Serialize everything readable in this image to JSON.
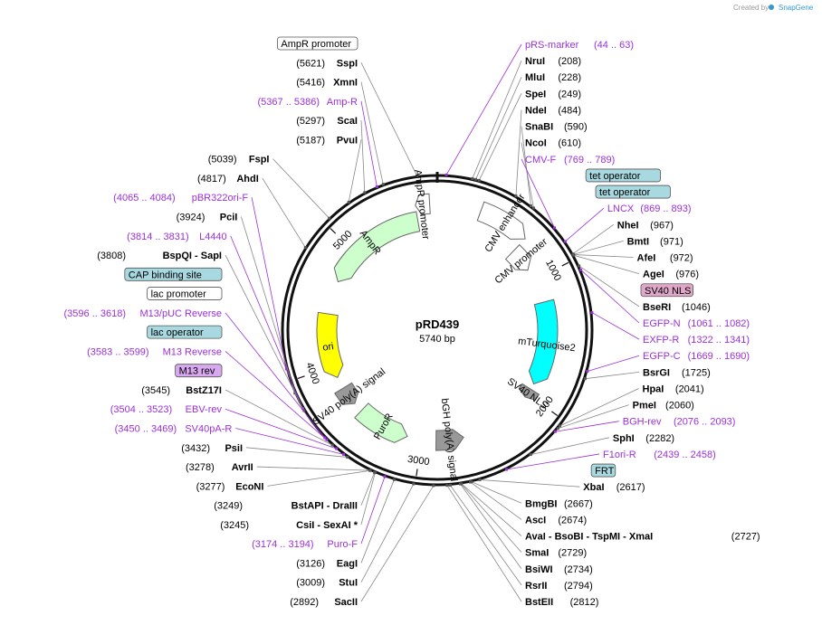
{
  "plasmid": {
    "name": "pRD439",
    "size_label": "5740 bp",
    "length": 5740
  },
  "credit": {
    "prefix": "Created by",
    "brand": "SnapGene"
  },
  "ticks": [
    {
      "pos": 1000,
      "label": "1000"
    },
    {
      "pos": 2000,
      "label": "2000"
    },
    {
      "pos": 3000,
      "label": "3000"
    },
    {
      "pos": 4000,
      "label": "4000"
    },
    {
      "pos": 5000,
      "label": "5000"
    }
  ],
  "features": [
    {
      "name": "AmpR promoter",
      "start": 5581,
      "end": 5685,
      "color": "#ffffff",
      "dir": -1,
      "r": 140
    },
    {
      "name": "AmpR",
      "start": 4720,
      "end": 5580,
      "color": "#ccffcc",
      "dir": -1,
      "r": 122
    },
    {
      "name": "ori",
      "start": 3900,
      "end": 4440,
      "color": "#ffff00",
      "dir": -1,
      "r": 122
    },
    {
      "name": "CMV enhancer",
      "start": 320,
      "end": 700,
      "color": "#ffffff",
      "dir": 1,
      "r": 140
    },
    {
      "name": "CMV promoter",
      "start": 700,
      "end": 900,
      "color": "#ffffff",
      "dir": 1,
      "r": 120
    },
    {
      "name": "mTurquoise2",
      "start": 1200,
      "end": 1900,
      "color": "#00ffff",
      "dir": 1,
      "r": 122
    },
    {
      "name": "SV40 NLS",
      "start": 1950,
      "end": 2030,
      "color": "#999999",
      "dir": 1,
      "r": 122
    },
    {
      "name": "bGH poly(A) signal",
      "start": 2650,
      "end": 2880,
      "color": "#999999",
      "dir": -1,
      "r": 122
    },
    {
      "name": "PuroR",
      "start": 3120,
      "end": 3560,
      "color": "#ccffcc",
      "dir": -1,
      "r": 122
    },
    {
      "name": "SV40 poly(A) signal",
      "start": 3640,
      "end": 3800,
      "color": "#999999",
      "dir": -1,
      "r": 122
    }
  ],
  "sites_right": [
    {
      "name": "pRS-marker",
      "pos": "(44 .. 63)",
      "purple": true
    },
    {
      "name": "NruI",
      "pos": "(208)"
    },
    {
      "name": "MluI",
      "pos": "(228)"
    },
    {
      "name": "SpeI",
      "pos": "(249)"
    },
    {
      "name": "NdeI",
      "pos": "(484)"
    },
    {
      "name": "SnaBI",
      "pos": "(590)"
    },
    {
      "name": "NcoI",
      "pos": "(610)"
    },
    {
      "name": "CMV-F",
      "pos": "(769 .. 789)",
      "purple": true
    },
    {
      "name": "tet operator",
      "boxed": "#a8d8e0"
    },
    {
      "name": "tet operator",
      "boxed": "#a8d8e0"
    },
    {
      "name": "LNCX",
      "pos": "(869 .. 893)",
      "purple": true
    },
    {
      "name": "NheI",
      "pos": "(967)"
    },
    {
      "name": "BmtI",
      "pos": "(971)"
    },
    {
      "name": "AfeI",
      "pos": "(972)"
    },
    {
      "name": "AgeI",
      "pos": "(976)"
    },
    {
      "name": "SV40 NLS",
      "boxed": "#e0a8c8"
    },
    {
      "name": "BseRI",
      "pos": "(1046)"
    },
    {
      "name": "EGFP-N",
      "pos": "(1061 .. 1082)",
      "purple": true
    },
    {
      "name": "EXFP-R",
      "pos": "(1322 .. 1341)",
      "purple": true
    },
    {
      "name": "EGFP-C",
      "pos": "(1669 .. 1690)",
      "purple": true
    },
    {
      "name": "BsrGI",
      "pos": "(1725)"
    },
    {
      "name": "HpaI",
      "pos": "(2041)"
    },
    {
      "name": "PmeI",
      "pos": "(2060)"
    },
    {
      "name": "BGH-rev",
      "pos": "(2076 .. 2093)",
      "purple": true
    },
    {
      "name": "SphI",
      "pos": "(2282)"
    },
    {
      "name": "F1ori-R",
      "pos": "(2439 .. 2458)",
      "purple": true
    },
    {
      "name": "FRT",
      "boxed": "#a8d8e0"
    },
    {
      "name": "XbaI",
      "pos": "(2617)"
    },
    {
      "name": "BmgBI",
      "pos": "(2667)"
    },
    {
      "name": "AscI",
      "pos": "(2674)"
    },
    {
      "name": "AvaI  -  BsoBI  -  TspMI  -  XmaI",
      "pos": "(2727)"
    },
    {
      "name": "SmaI",
      "pos": "(2729)"
    },
    {
      "name": "BsiWI",
      "pos": "(2734)"
    },
    {
      "name": "RsrII",
      "pos": "(2794)"
    },
    {
      "name": "BstEII",
      "pos": "(2812)"
    }
  ],
  "sites_left": [
    {
      "name": "AmpR promoter",
      "boxed": "#ffffff"
    },
    {
      "name": "SspI",
      "pos": "(5621)"
    },
    {
      "name": "XmnI",
      "pos": "(5416)"
    },
    {
      "name": "Amp-R",
      "pos": "(5367 .. 5386)",
      "purple": true
    },
    {
      "name": "ScaI",
      "pos": "(5297)"
    },
    {
      "name": "PvuI",
      "pos": "(5187)"
    },
    {
      "name": "FspI",
      "pos": "(5039)"
    },
    {
      "name": "AhdI",
      "pos": "(4817)"
    },
    {
      "name": "pBR322ori-F",
      "pos": "(4065 .. 4084)",
      "purple": true
    },
    {
      "name": "PciI",
      "pos": "(3924)"
    },
    {
      "name": "L4440",
      "pos": "(3814 .. 3831)",
      "purple": true
    },
    {
      "name": "BspQI  -  SapI",
      "pos": "(3808)"
    },
    {
      "name": "CAP binding site",
      "boxed": "#a8d8e0"
    },
    {
      "name": "lac promoter",
      "boxed": "#ffffff"
    },
    {
      "name": "M13/pUC Reverse",
      "pos": "(3596 .. 3618)",
      "purple": true
    },
    {
      "name": "lac operator",
      "boxed": "#a8d8e0"
    },
    {
      "name": "M13 Reverse",
      "pos": "(3583 .. 3599)",
      "purple": true
    },
    {
      "name": "M13 rev",
      "boxed": "#d8a8f0"
    },
    {
      "name": "BstZ17I",
      "pos": "(3545)"
    },
    {
      "name": "EBV-rev",
      "pos": "(3504 .. 3523)",
      "purple": true
    },
    {
      "name": "SV40pA-R",
      "pos": "(3450 .. 3469)",
      "purple": true
    },
    {
      "name": "PsiI",
      "pos": "(3432)"
    },
    {
      "name": "AvrII",
      "pos": "(3278)"
    },
    {
      "name": "EcoNI",
      "pos": "(3277)"
    },
    {
      "name": "BstAPI  -  DraIII",
      "pos": "(3249)"
    },
    {
      "name": "CsiI  -  SexAI *",
      "pos": "(3245)"
    },
    {
      "name": "Puro-F",
      "pos": "(3174 .. 3194)",
      "purple": true
    },
    {
      "name": "EagI",
      "pos": "(3126)"
    },
    {
      "name": "StuI",
      "pos": "(3009)"
    },
    {
      "name": "SacII",
      "pos": "(2892)"
    }
  ]
}
